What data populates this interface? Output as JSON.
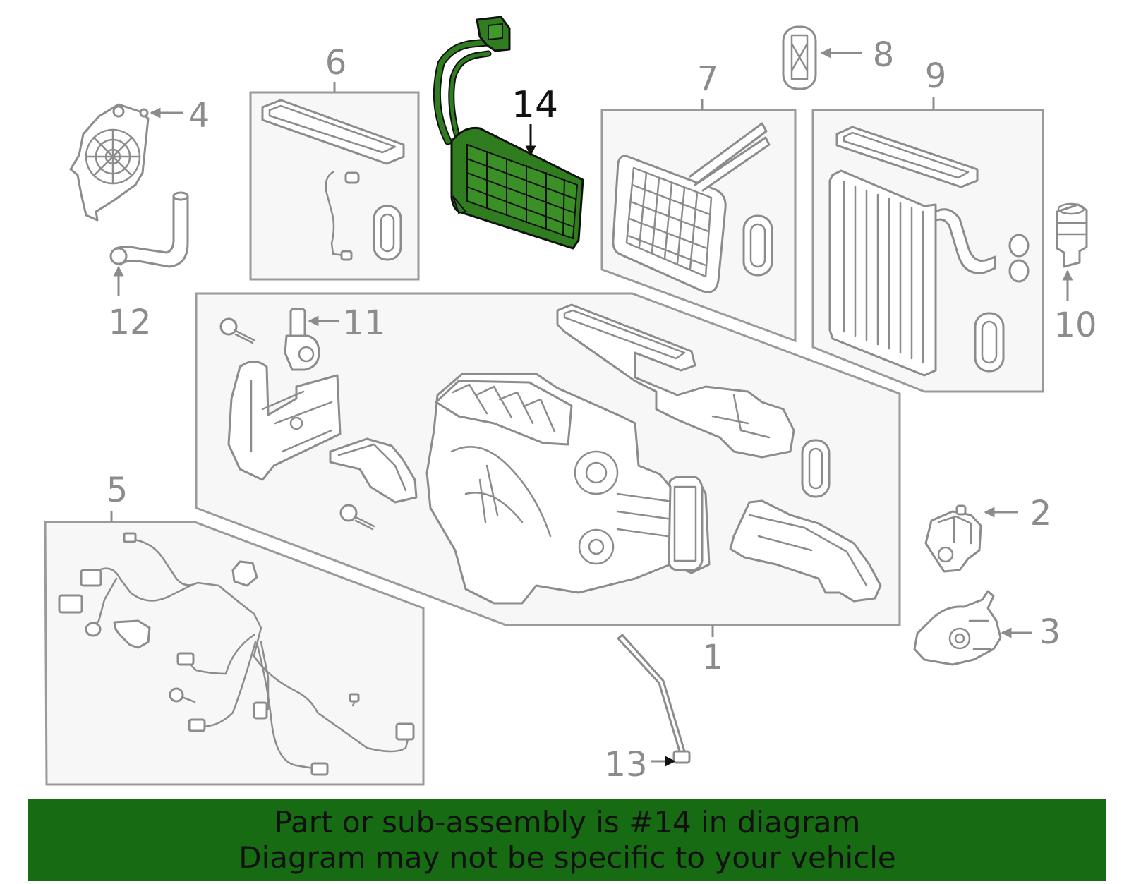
{
  "callouts": {
    "c1": "1",
    "c2": "2",
    "c3": "3",
    "c4": "4",
    "c5": "5",
    "c6": "6",
    "c7": "7",
    "c8": "8",
    "c9": "9",
    "c10": "10",
    "c11": "11",
    "c12": "12",
    "c13": "13",
    "c14": "14"
  },
  "highlighted_part": "14",
  "colors": {
    "highlight": "#176b12",
    "highlight_fill": "#2f7d1e",
    "line": "#8c8c8c"
  },
  "banner": {
    "line1": "Part or sub-assembly is #14 in diagram",
    "line2": "Diagram may not be specific to your vehicle"
  }
}
